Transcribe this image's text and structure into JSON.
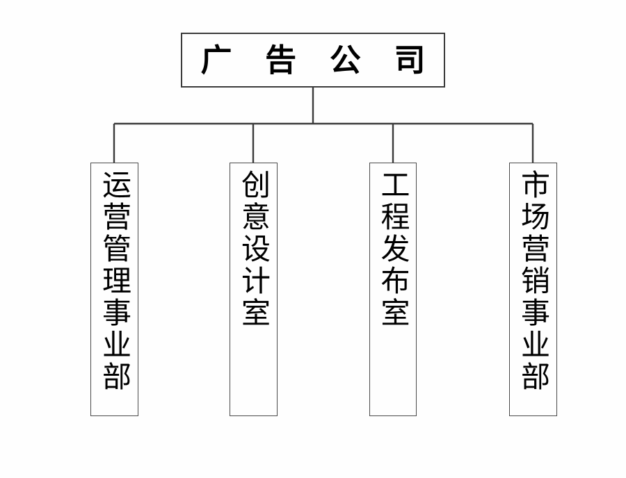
{
  "diagram": {
    "type": "org-chart",
    "orientation": "top-down",
    "background_color": "#fefefe",
    "line_color": "#3b3b3b",
    "text_color": "#000000",
    "root": {
      "label": "广 告 公 司",
      "plain_label": "广告公司"
    },
    "children": [
      {
        "label": "运营管理事业部",
        "char_count": 7
      },
      {
        "label": "创意设计室",
        "char_count": 5
      },
      {
        "label": "工程发布室",
        "char_count": 5
      },
      {
        "label": "市场营销事业部",
        "char_count": 7
      }
    ]
  }
}
